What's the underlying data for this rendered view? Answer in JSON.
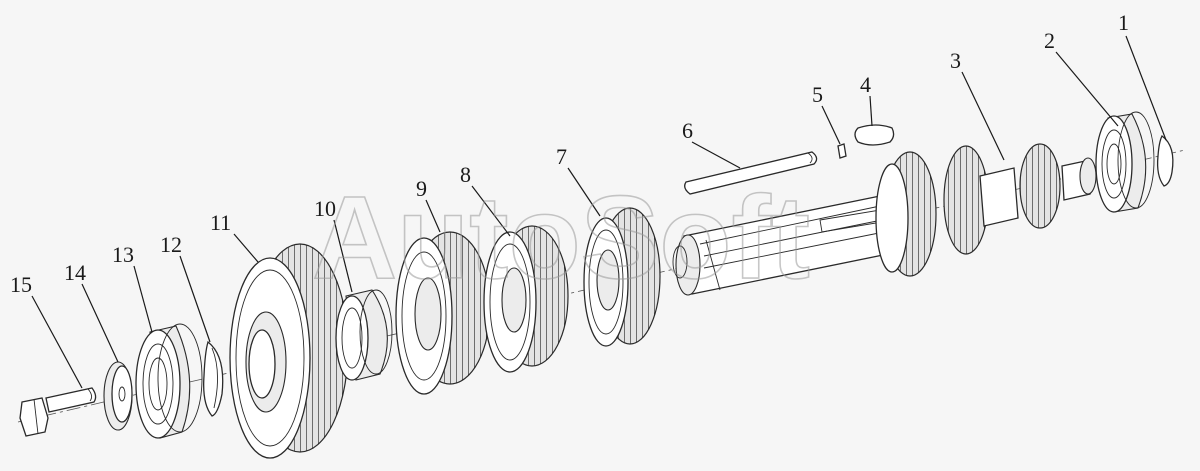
{
  "watermark": "AutoSoft",
  "parts": [
    {
      "id": "1",
      "label": "1"
    },
    {
      "id": "2",
      "label": "2"
    },
    {
      "id": "3",
      "label": "3"
    },
    {
      "id": "4",
      "label": "4"
    },
    {
      "id": "5",
      "label": "5"
    },
    {
      "id": "6",
      "label": "6"
    },
    {
      "id": "7",
      "label": "7"
    },
    {
      "id": "8",
      "label": "8"
    },
    {
      "id": "9",
      "label": "9"
    },
    {
      "id": "10",
      "label": "10"
    },
    {
      "id": "11",
      "label": "11"
    },
    {
      "id": "12",
      "label": "12"
    },
    {
      "id": "13",
      "label": "13"
    },
    {
      "id": "14",
      "label": "14"
    },
    {
      "id": "15",
      "label": "15"
    }
  ]
}
